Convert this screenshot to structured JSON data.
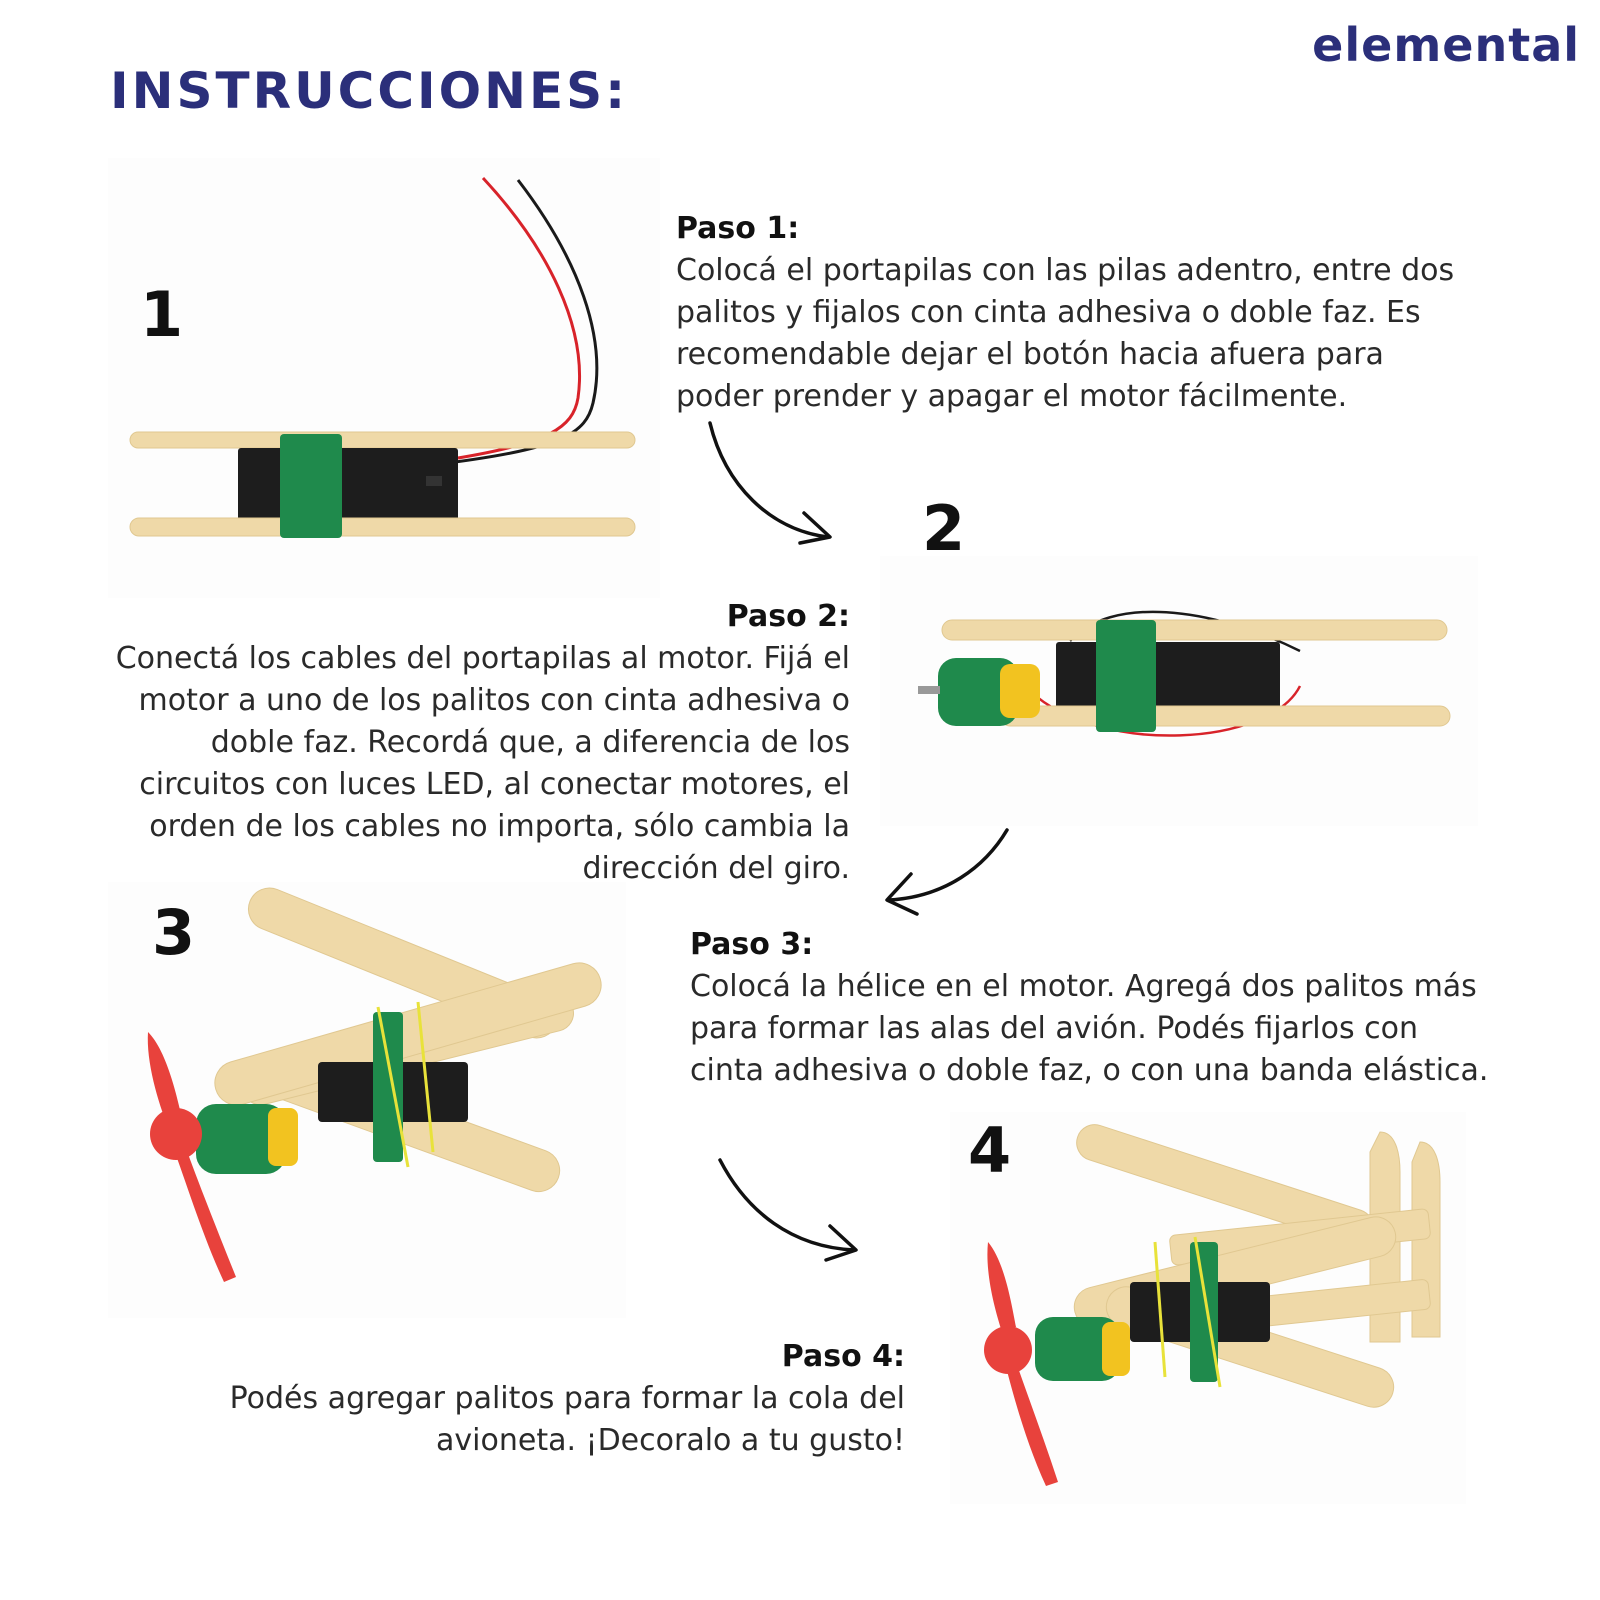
{
  "brand": {
    "logo_text": "elemental",
    "color": "#2b2f7a"
  },
  "title": "INSTRUCCIONES:",
  "steps": [
    {
      "number": "1",
      "heading": "Paso 1:",
      "text": "Colocá el portapilas con las pilas adentro, entre dos palitos y fijalos con cinta adhesiva o doble faz. Es recomendable dejar el botón hacia afuera para poder prender y apagar el motor fácilmente."
    },
    {
      "number": "2",
      "heading": "Paso 2:",
      "text": "Conectá los cables del portapilas al motor. Fijá el motor a uno de los palitos con cinta adhesiva o doble faz. Recordá que, a diferencia de los circuitos con luces LED, al conectar motores, el orden de los cables no importa, sólo cambia la dirección del giro."
    },
    {
      "number": "3",
      "heading": "Paso 3:",
      "text": "Colocá la hélice en el motor. Agregá dos palitos más para formar las alas del avión. Podés fijarlos con cinta adhesiva o doble faz, o con una banda elástica."
    },
    {
      "number": "4",
      "heading": "Paso 4:",
      "text": "Podés agregar palitos para formar la cola del avioneta. ¡Decoralo a tu gusto!"
    }
  ],
  "colors": {
    "stick": "#efd9a8",
    "tape": "#1f8a4c",
    "battery_box": "#1d1d1d",
    "wire_red": "#d8232a",
    "wire_black": "#1a1a1a",
    "propeller": "#e8423c",
    "rubber_band": "#e8e23a"
  }
}
